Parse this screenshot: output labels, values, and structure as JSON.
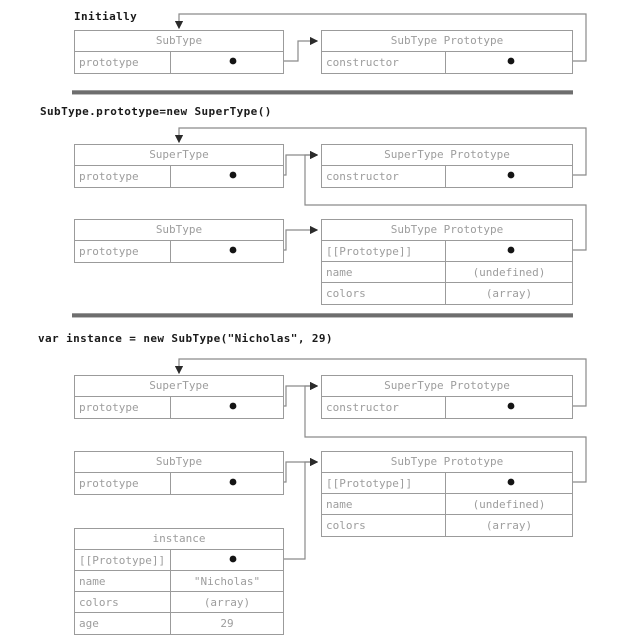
{
  "figure": {
    "kind": "prototype-chain-diagram",
    "pointer_glyph": "filled-dot",
    "colors": {
      "box_border": "#9b9b9b",
      "label_text": "#9d9d9d",
      "title_text": "#1a1a1a",
      "wire": "#8a8a8a",
      "divider": "#6e6e6e",
      "background": "#ffffff"
    }
  },
  "sections": [
    {
      "id": "initially",
      "title": "Initially",
      "boxes": [
        {
          "id": "subtype-ctor",
          "header": "SubType",
          "rows": [
            {
              "key": "prototype",
              "value": "",
              "pointer": true
            }
          ]
        },
        {
          "id": "subtype-prototype",
          "header": "SubType Prototype",
          "rows": [
            {
              "key": "constructor",
              "value": "",
              "pointer": true
            }
          ]
        }
      ]
    },
    {
      "id": "subtype-prototype-assignment",
      "title": "SubType.prototype=new SuperType()",
      "boxes": [
        {
          "id": "supertype-ctor",
          "header": "SuperType",
          "rows": [
            {
              "key": "prototype",
              "value": "",
              "pointer": true
            }
          ]
        },
        {
          "id": "supertype-prototype",
          "header": "SuperType Prototype",
          "rows": [
            {
              "key": "constructor",
              "value": "",
              "pointer": true
            }
          ]
        },
        {
          "id": "subtype-ctor-2",
          "header": "SubType",
          "rows": [
            {
              "key": "prototype",
              "value": "",
              "pointer": true
            }
          ]
        },
        {
          "id": "subtype-prototype-2",
          "header": "SubType Prototype",
          "rows": [
            {
              "key": "[[Prototype]]",
              "value": "",
              "pointer": true
            },
            {
              "key": "name",
              "value": "(undefined)",
              "pointer": false
            },
            {
              "key": "colors",
              "value": "(array)",
              "pointer": false
            }
          ]
        }
      ]
    },
    {
      "id": "instance-creation",
      "title": "var instance = new SubType(\"Nicholas\", 29)",
      "boxes": [
        {
          "id": "supertype-ctor-3",
          "header": "SuperType",
          "rows": [
            {
              "key": "prototype",
              "value": "",
              "pointer": true
            }
          ]
        },
        {
          "id": "supertype-prototype-3",
          "header": "SuperType Prototype",
          "rows": [
            {
              "key": "constructor",
              "value": "",
              "pointer": true
            }
          ]
        },
        {
          "id": "subtype-ctor-3",
          "header": "SubType",
          "rows": [
            {
              "key": "prototype",
              "value": "",
              "pointer": true
            }
          ]
        },
        {
          "id": "subtype-prototype-3",
          "header": "SubType Prototype",
          "rows": [
            {
              "key": "[[Prototype]]",
              "value": "",
              "pointer": true
            },
            {
              "key": "name",
              "value": "(undefined)",
              "pointer": false
            },
            {
              "key": "colors",
              "value": "(array)",
              "pointer": false
            }
          ]
        },
        {
          "id": "instance",
          "header": "instance",
          "rows": [
            {
              "key": "[[Prototype]]",
              "value": "",
              "pointer": true
            },
            {
              "key": "name",
              "value": "\"Nicholas\"",
              "pointer": false
            },
            {
              "key": "colors",
              "value": "(array)",
              "pointer": false
            },
            {
              "key": "age",
              "value": "29",
              "pointer": false
            }
          ]
        }
      ]
    }
  ]
}
